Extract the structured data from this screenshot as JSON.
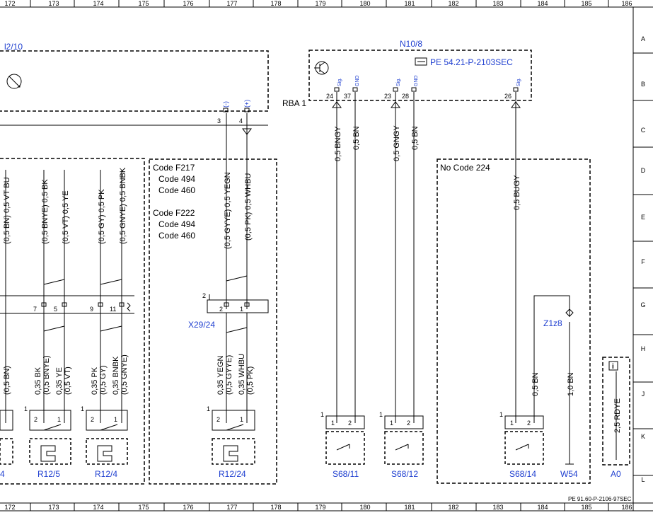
{
  "grid": {
    "cols": [
      "172",
      "173",
      "174",
      "175",
      "176",
      "177",
      "178",
      "179",
      "180",
      "181",
      "182",
      "183",
      "184",
      "185",
      "186"
    ],
    "rows": [
      "A",
      "B",
      "C",
      "D",
      "E",
      "F",
      "G",
      "H",
      "J",
      "K",
      "L"
    ]
  },
  "footer": {
    "doc_ref": "PE 91.60-P-2106-97SEC"
  },
  "components": {
    "left_module": "l2/10",
    "n10": "N10/8",
    "n10_ref": "PE 54.21-P-2103SEC",
    "rba": "RBA 1",
    "x29": "X29/24",
    "z1z8": "Z1z8",
    "r12_5": "R12/5",
    "r12_4": "R12/4",
    "r12_24": "R12/24",
    "s68_11": "S68/11",
    "s68_12": "S68/12",
    "s68_14": "S68/14",
    "w54": "W54",
    "a0": "A0",
    "left_cut": "4"
  },
  "codes": {
    "a1": "Code F217",
    "a2": "Code 494",
    "a3": "Code 460",
    "b1": "Code F222",
    "b2": "Code 494",
    "b3": "Code 460",
    "no224": "No Code 224"
  },
  "pins": {
    "p3": "3",
    "p4": "4",
    "pm": "(-)",
    "pp": "(+)",
    "p24": "24",
    "p37": "37",
    "p23": "23",
    "p28": "28",
    "p26": "26",
    "sig": "Sig.",
    "gnd": "GND",
    "p7": "7",
    "p5": "5",
    "p9": "9",
    "p11": "11",
    "p2": "2",
    "p1": "1"
  },
  "wires": {
    "bngy": "0,5 BNGY",
    "bn": "0,5 BN",
    "gngy": "0,5 GNGY",
    "bugy": "0,5 BUGY",
    "yegn": "(0,5 GYYE) 0,5 YEGN",
    "whbu": "(0,5 PK) 0,5 WHBU",
    "bk": "(0,5 BNYE) 0,5 BK",
    "ye": "(0,5 VT) 0,5 YE",
    "pk": "(0,5 GY) 0,5 PK",
    "bnbk": "(0,5 GNYE) 0,5 BNBK",
    "left_top": "(0,5 BN) 0,5 VT BU",
    "left_bot": "(0,5 BN)",
    "l35bk": "0,35 BK",
    "l35bnye": "(0,5 BNYE)",
    "l35ye": "0,35 YE",
    "l35vt": "(0,5 VT)",
    "l35pk": "0,35 PK",
    "l35gy": "(0,5 GY)",
    "l35bnbk": "0,35 BNBK",
    "l35gnye": "(0,5 GNYE)",
    "l35yegn": "0,35 YEGN",
    "l35gyye": "(0,5 GYYE)",
    "l35whbu": "0,35 WHBU",
    "l35pkb": "(0,5 PK)",
    "bn05": "0,5 BN",
    "bn10": "1,0 BN",
    "rdye": "2,5 RDYE"
  },
  "icons": {
    "info": "info-icon",
    "hand": "pointing-hand-icon",
    "sensor": "sensor-icon",
    "transistor": "transistor-icon"
  }
}
